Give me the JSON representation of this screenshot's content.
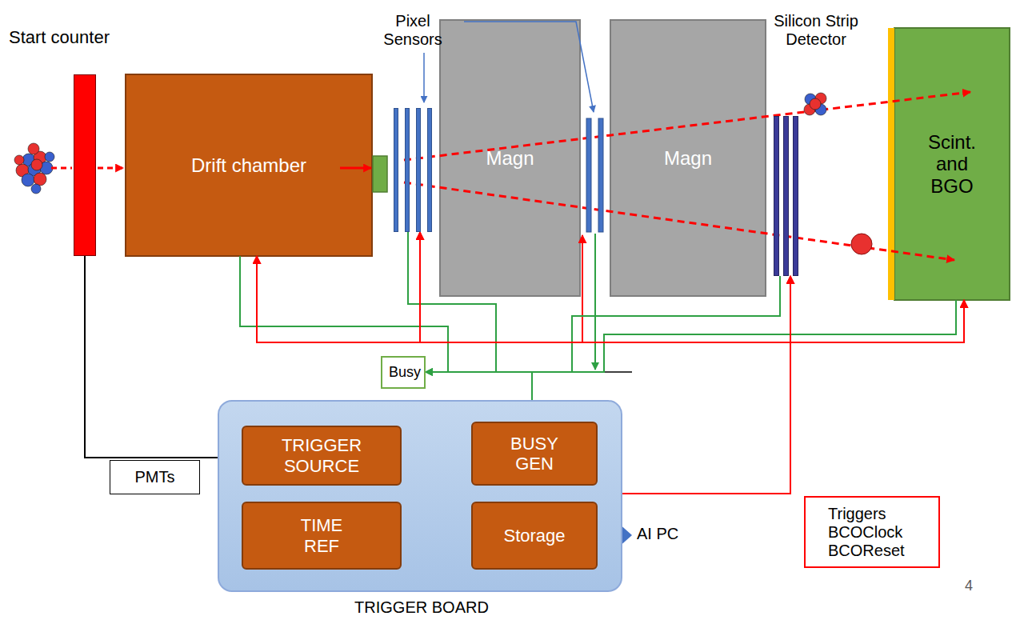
{
  "diagram": {
    "nodes": [
      {
        "text": [
          "Start counter"
        ]
      },
      {
        "text": [
          "Drift chamber"
        ]
      },
      {
        "text": [
          "Pixel Sensors"
        ]
      },
      {
        "text": [
          "Magn"
        ]
      },
      {
        "text": [
          "Magn"
        ]
      },
      {
        "text": [
          "Silicon Strip Detector"
        ]
      },
      {
        "text": [
          "Scint. and BGO"
        ]
      },
      {
        "text": [
          "Busy"
        ]
      },
      {
        "text": [
          "PMTs"
        ]
      },
      {
        "text": [
          "TRIGGER BOARD"
        ]
      },
      {
        "text": [
          "TRIGGER SOURCE"
        ],
        "in": 9
      },
      {
        "text": [
          "BUSY GEN"
        ],
        "in": 9
      },
      {
        "text": [
          "TIME REF"
        ],
        "in": 9
      },
      {
        "text": [
          "Storage"
        ],
        "in": 9
      },
      {
        "text": [
          "Triggers BCOClock BCOReset"
        ]
      }
    ],
    "edges": [
      {
        "from": 0,
        "to": 10,
        "arrow": "to"
      },
      {
        "from": 1,
        "to": 7,
        "arrow": "to"
      },
      {
        "from": 2,
        "to": 7,
        "arrow": "to"
      },
      {
        "from": 5,
        "to": 7,
        "arrow": "to"
      },
      {
        "from": 6,
        "to": 7,
        "arrow": "to"
      },
      {
        "from": 7,
        "to": 11,
        "arrow": "to"
      },
      {
        "from": 10,
        "to": 11,
        "arrow": "both"
      },
      {
        "from": 10,
        "to": 1,
        "arrow": "to"
      },
      {
        "from": 10,
        "to": 2,
        "arrow": "to"
      },
      {
        "from": 10,
        "to": 5,
        "arrow": "to"
      },
      {
        "from": 10,
        "to": 6,
        "arrow": "to"
      },
      {
        "from": 12,
        "to": 1,
        "arrow": "to"
      },
      {
        "from": 12,
        "to": 2,
        "arrow": "to"
      },
      {
        "from": 12,
        "to": 5,
        "arrow": "to"
      },
      {
        "from": 12,
        "to": 6,
        "arrow": "to"
      }
    ],
    "labels": [
      "AI PC",
      "4"
    ]
  }
}
